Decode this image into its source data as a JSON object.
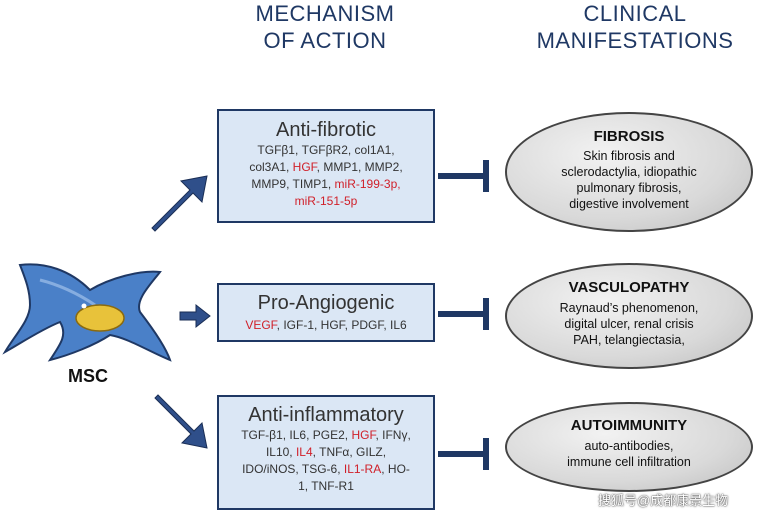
{
  "headers": {
    "mechanism": [
      "MECHANISM",
      "OF ACTION"
    ],
    "clinical": [
      "CLINICAL",
      "MANIFESTATIONS"
    ]
  },
  "cell_label": "MSC",
  "mechanisms": [
    {
      "title": "Anti-fibrotic",
      "lines": [
        [
          {
            "t": "TGFβ1, TGFβR2, col1A1,",
            "r": false
          }
        ],
        [
          {
            "t": "col3A1, ",
            "r": false
          },
          {
            "t": "HGF",
            "r": true
          },
          {
            "t": ", MMP1, MMP2,",
            "r": false
          }
        ],
        [
          {
            "t": "MMP9, TIMP1, ",
            "r": false
          },
          {
            "t": "miR-199-3p,",
            "r": true
          }
        ],
        [
          {
            "t": "miR-151-5p",
            "r": true
          }
        ]
      ]
    },
    {
      "title": "Pro-Angiogenic",
      "lines": [
        [
          {
            "t": "VEGF",
            "r": true
          },
          {
            "t": ", IGF-1, HGF, PDGF, IL6",
            "r": false
          }
        ]
      ]
    },
    {
      "title": "Anti-inflammatory",
      "lines": [
        [
          {
            "t": "TGF-β1, IL6, PGE2, ",
            "r": false
          },
          {
            "t": "HGF",
            "r": true
          },
          {
            "t": ", IFNγ,",
            "r": false
          }
        ],
        [
          {
            "t": "IL10, ",
            "r": false
          },
          {
            "t": "IL4",
            "r": true
          },
          {
            "t": ", TNFα, GILZ,",
            "r": false
          }
        ],
        [
          {
            "t": "IDO/iNOS, TSG-6, ",
            "r": false
          },
          {
            "t": "IL1-RA",
            "r": true
          },
          {
            "t": ", HO-",
            "r": false
          }
        ],
        [
          {
            "t": "1, TNF-R1",
            "r": false
          }
        ]
      ]
    }
  ],
  "manifestations": [
    {
      "title": "FIBROSIS",
      "lines": [
        "Skin fibrosis and",
        "sclerodactylia, idiopathic",
        "pulmonary fibrosis,",
        "digestive involvement"
      ]
    },
    {
      "title": "VASCULOPATHY",
      "lines": [
        "Raynaud’s phenomenon,",
        "digital ulcer, renal crisis",
        "PAH, telangiectasia,"
      ]
    },
    {
      "title": "AUTOIMMUNITY",
      "lines": [
        "auto-antibodies,",
        "immune cell infiltration"
      ]
    }
  ],
  "watermark": "搜狐号@成都康景生物",
  "colors": {
    "navy": "#1f3864",
    "arrow": "#2f4f8a",
    "box_fill": "#dbe7f5",
    "highlight": "#d0202a",
    "cell": "#4a80c8",
    "nucleus": "#e8c23a"
  }
}
